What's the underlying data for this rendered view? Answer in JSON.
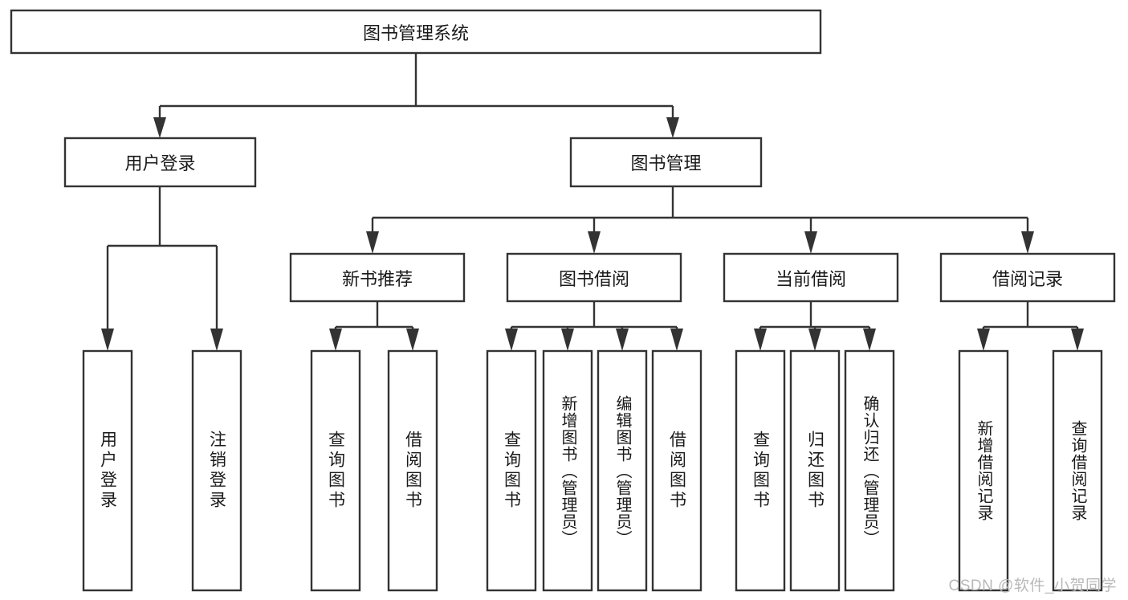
{
  "diagram": {
    "title": "图书管理系统",
    "type": "tree",
    "watermark": "CSDN @软件_小贺同学",
    "colors": {
      "stroke": "#333333",
      "fill": "#ffffff",
      "text": "#1a1a1a",
      "watermark": "#b9b9b9"
    },
    "levels": {
      "root": {
        "label": "图书管理系统"
      },
      "level2": [
        {
          "label": "用户登录"
        },
        {
          "label": "图书管理"
        }
      ],
      "level3": [
        {
          "label": "新书推荐"
        },
        {
          "label": "图书借阅"
        },
        {
          "label": "当前借阅"
        },
        {
          "label": "借阅记录"
        }
      ],
      "leaves_user_login": [
        {
          "label": "用户登录"
        },
        {
          "label": "注销登录"
        }
      ],
      "leaves_new_books": [
        {
          "label": "查询图书"
        },
        {
          "label": "借阅图书"
        }
      ],
      "leaves_borrow": [
        {
          "label": "查询图书"
        },
        {
          "label": "新增图书（管理员）"
        },
        {
          "label": "编辑图书（管理员）"
        },
        {
          "label": "借阅图书"
        }
      ],
      "leaves_current": [
        {
          "label": "查询图书"
        },
        {
          "label": "归还图书"
        },
        {
          "label": "确认归还（管理员）"
        }
      ],
      "leaves_records": [
        {
          "label": "新增借阅记录"
        },
        {
          "label": "查询借阅记录"
        }
      ]
    }
  }
}
